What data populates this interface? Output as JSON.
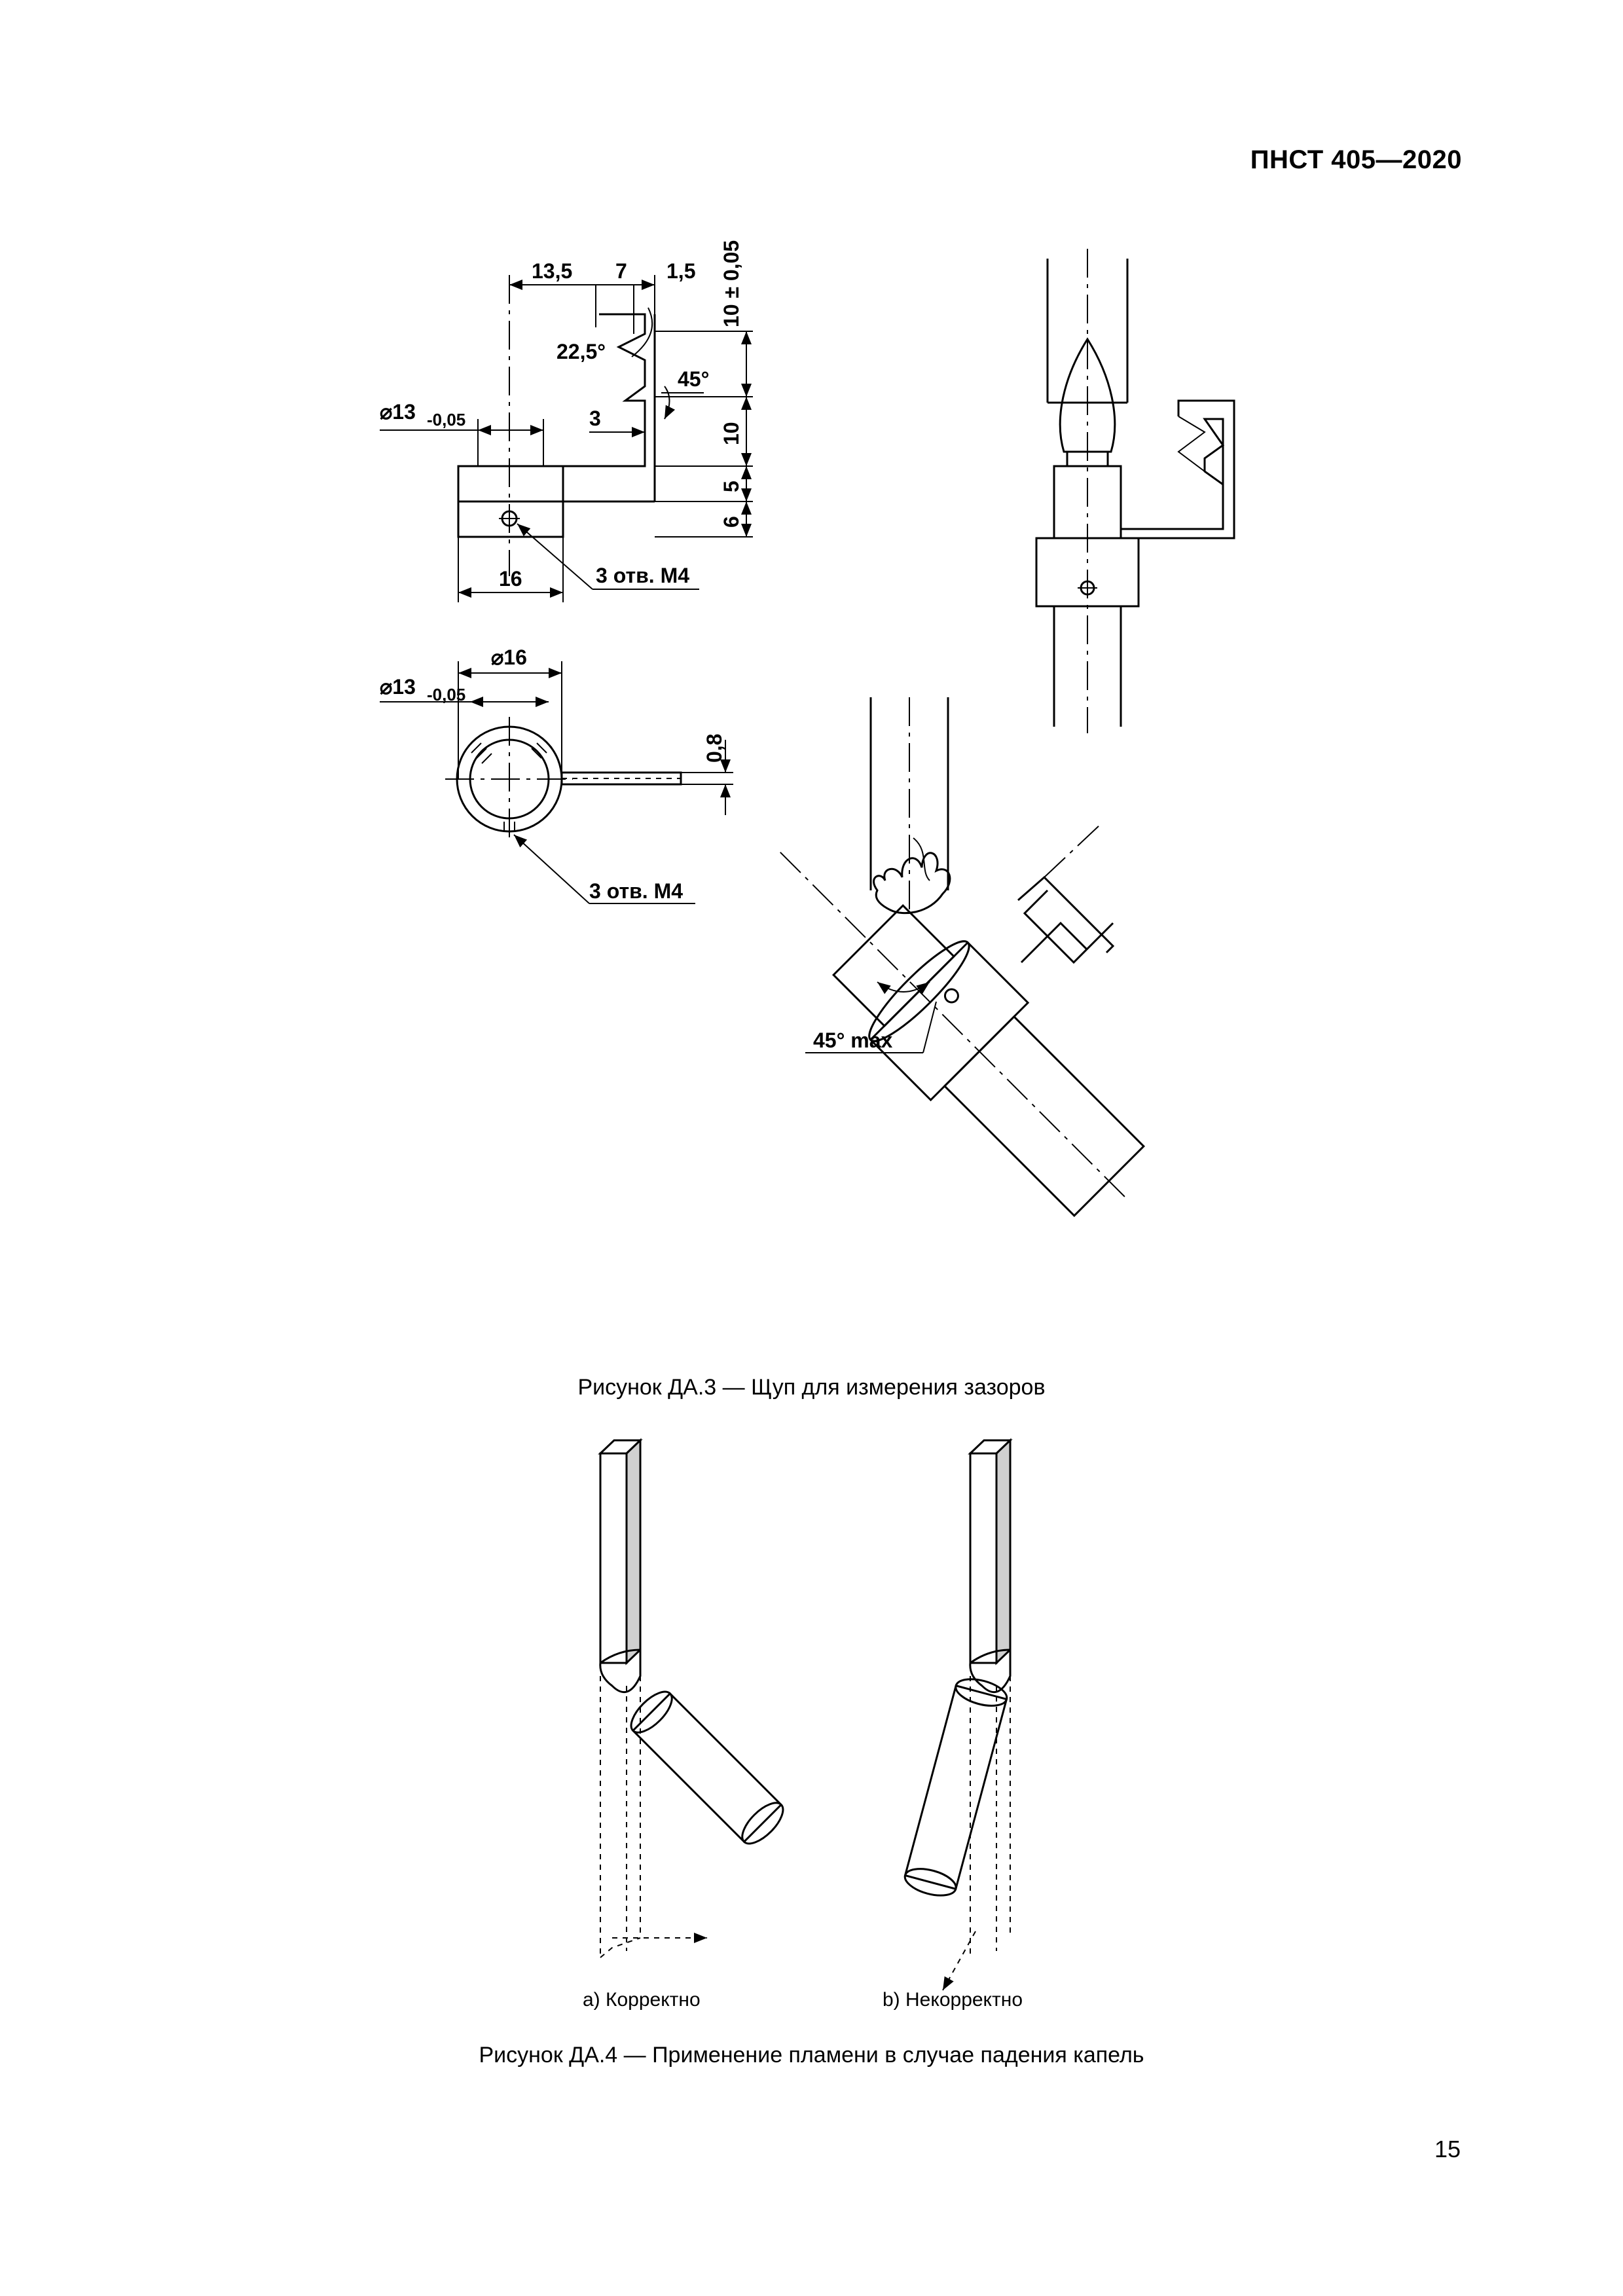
{
  "header": {
    "doc_code": "ПНСТ 405—2020"
  },
  "figure3": {
    "dims": {
      "d13_top": "⌀13",
      "d13_sub": "-0,05",
      "d135": "13,5",
      "d7": "7",
      "d15": "1,5",
      "tol": "10 ± 0,05",
      "ang225": "22,5°",
      "ang45": "45°",
      "d3": "3",
      "d10": "10",
      "d5": "5",
      "d6": "6",
      "d16": "16",
      "holes": "3 отв. М4",
      "d16b": "⌀16",
      "d13b": "⌀13",
      "d13b_sub": "-0,05",
      "d08": "0,8",
      "holes2": "3 отв. М4",
      "ang45max": "45° max"
    },
    "caption": "Рисунок ДА.3 — Щуп для измерения зазоров"
  },
  "figure4": {
    "label_a": "a) Корректно",
    "label_b": "b) Некорректно",
    "caption": "Рисунок ДА.4 — Применение пламени в случае падения капель"
  },
  "page_number": "15"
}
